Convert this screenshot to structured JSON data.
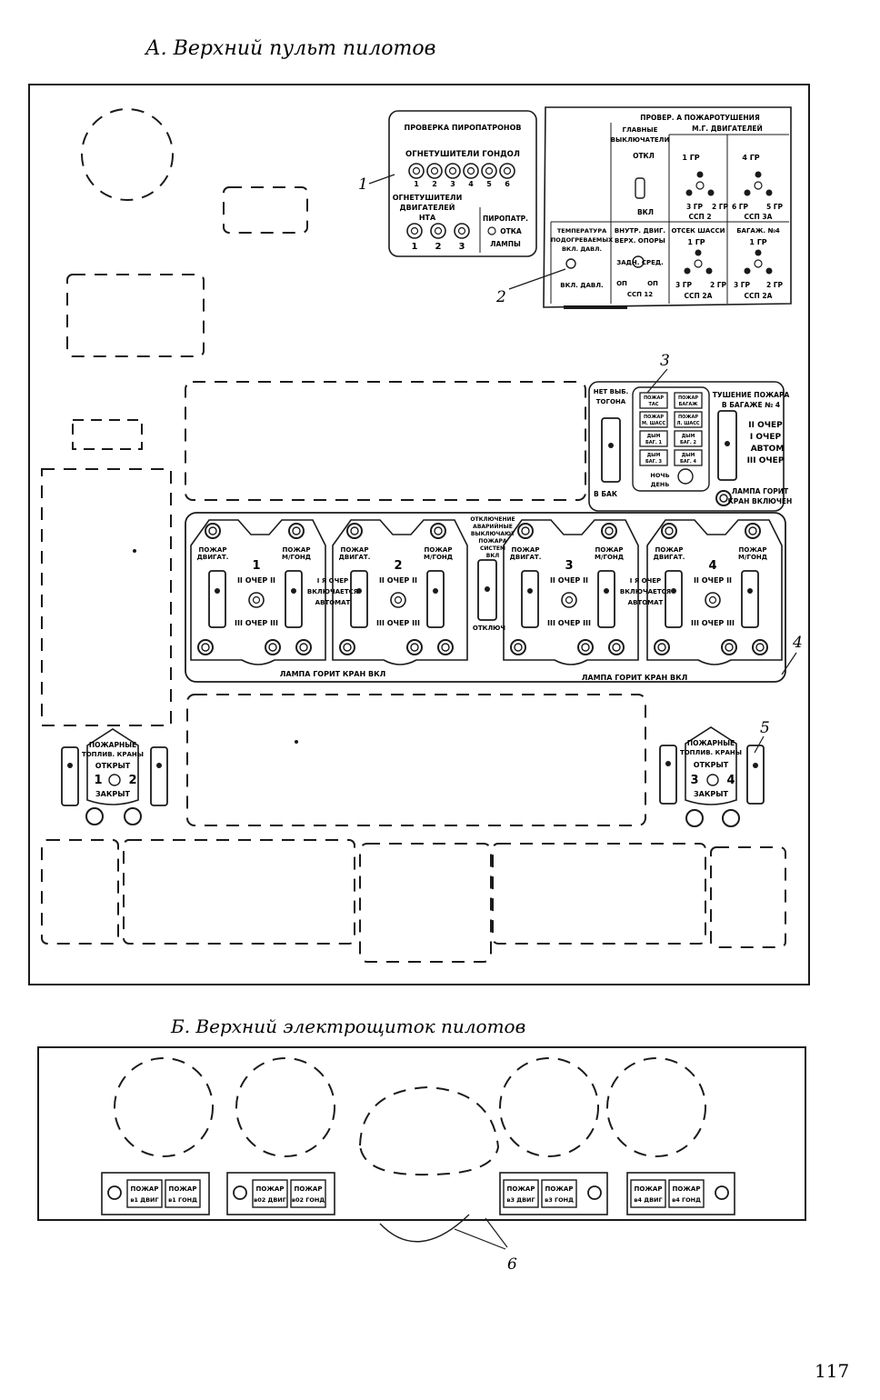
{
  "titles": {
    "top": "А. Верхний пульт пилотов",
    "bottom": "Б. Верхний электрощиток пилотов",
    "page_number": "117"
  },
  "callouts": [
    "1",
    "2",
    "3",
    "4",
    "5",
    "6"
  ],
  "pyro_panel": {
    "header": "ПРОВЕРКА ПИРОПАТРОНОВ",
    "gondola_extinguishers": "ОГНЕТУШИТЕЛИ ГОНДОЛ",
    "gondola_numbers": [
      "1",
      "2",
      "3",
      "4",
      "5",
      "6"
    ],
    "engine_extinguishers": [
      "ОГНЕТУШИТЕЛИ",
      "ДВИГАТЕЛЕЙ",
      "НТА"
    ],
    "engine_numbers": [
      "1",
      "2",
      "3"
    ],
    "pyro_lamp": [
      "ПИРОПАТР.",
      "ОТКА",
      "ЛАМПЫ"
    ]
  },
  "engine_protection_panel": {
    "header": [
      "ПРОВЕР. А ПОЖАРОТУШЕНИЯ",
      "М.Г. ДВИГАТЕЛЕЙ"
    ],
    "valves_header": [
      "ГЛАВНЫЕ",
      "ВЫКЛЮЧАТЕЛИ"
    ],
    "off": "ОТКЛ",
    "on": "ВКЛ",
    "temp": [
      "ТЕМПЕРАТУРА",
      "ПОДОГРЕВАЕМЫХ",
      "ВКЛ. ДАВЛ."
    ],
    "temp_bottom": "ВКЛ. ДАВЛ.",
    "internal": [
      "ВНУТР. ДВИГ.",
      "ВЕРХ. ОПОРЫ"
    ],
    "internal_low": "ЗАДН. СРЕД.",
    "internal_bottom": [
      "ОП",
      "ОП",
      "ССП 12"
    ],
    "group1": "1 ГР",
    "group4": "4 ГР",
    "ssp2": [
      "3 ГР",
      "2 ГР",
      "ССП 2"
    ],
    "ssp3a": [
      "6 ГР",
      "5 ГР",
      "ССП 3А"
    ],
    "chassis_header": "ОТСЕК ШАССИ",
    "chassis_group": "1 ГР",
    "ssp_a": [
      "3 ГР",
      "2 ГР",
      "ССП 2А"
    ],
    "bag_header": "БАГАЖ. №4",
    "bag_group": "1 ГР",
    "ssp2a": [
      "3 ГР",
      "2 ГР",
      "ССП 2А"
    ]
  },
  "fire_warning_panel": {
    "extinguisher_on": [
      "НЕТ ВЫБ.",
      "ТОГОНА"
    ],
    "extinguisher_bottom": "В БАК",
    "lights": [
      "ПОЖАР ТАС",
      "ПОЖАР БАГАЖ",
      "ПОЖАР М. ШАСС",
      "ПОЖАР Л. ШАСС",
      "ДЫМ БАГ. 1",
      "ДЫМ БАГ. 2",
      "ДЫМ БАГ. 3",
      "ДЫМ БАГ. 4"
    ],
    "test_label": [
      "НОЧЬ",
      "ДЕНЬ"
    ],
    "header": [
      "ТУШЕНИЕ ПОЖАРА",
      "В БАГАЖЕ № 4"
    ],
    "queues": [
      "II ОЧЕР",
      "I ОЧЕР",
      "АВТОМ",
      "III ОЧЕР"
    ],
    "lamp": [
      "ЛАМПА ГОРИТ",
      "КРАН ВКЛЮЧЕН"
    ]
  },
  "engine_fire_panel": {
    "engines": [
      "1",
      "2",
      "3",
      "4"
    ],
    "fire_engine": [
      "ПОЖАР",
      "ДВИГАТ."
    ],
    "fire_gondola": [
      "ПОЖАР",
      "М/ГОНД"
    ],
    "second_queue": "II ОЧЕР II",
    "third_queue": "III ОЧЕР III",
    "first_queue_auto": [
      "I Я ОЧЕР",
      "ВКЛЮЧАЕТСЯ",
      "АВТОМАТ"
    ],
    "center_switch": [
      "ОТКЛЮЧЕНИЕ",
      "АВАРИЙНЫЕ",
      "ВЫКЛЮЧАЮТ",
      "ПОЖАРА",
      "СИСТЕМ",
      "ВКЛ"
    ],
    "center_bottom": "ОТКЛЮЧ",
    "lamp": "ЛАМПА ГОРИТ КРАН ВКЛ"
  },
  "fuel_valves": {
    "header": [
      "ПОЖАРНЫЕ",
      "ТОПЛИВ. КРАНЫ"
    ],
    "open": "ОТКРЫТ",
    "closed": "ЗАКРЫТ",
    "left_numbers": [
      "1",
      "2"
    ],
    "right_numbers": [
      "3",
      "4"
    ]
  },
  "electro_panel": {
    "groups": [
      {
        "lights": [
          [
            "ПОЖАР",
            "в1 ДВИГ"
          ],
          [
            "ПОЖАР",
            "в1 ГОНД"
          ]
        ]
      },
      {
        "lights": [
          [
            "ПОЖАР",
            "в02 ДВИГ"
          ],
          [
            "ПОЖАР",
            "в02 ГОНД"
          ]
        ]
      },
      {
        "lights": [
          [
            "ПОЖАР",
            "в3 ДВИГ"
          ],
          [
            "ПОЖАР",
            "в3 ГОНД"
          ]
        ]
      },
      {
        "lights": [
          [
            "ПОЖАР",
            "в4 ДВИГ"
          ],
          [
            "ПОЖАР",
            "в4 ГОНД"
          ]
        ]
      }
    ]
  },
  "colors": {
    "ink": "#1a1a1a",
    "paper": "#ffffff"
  }
}
